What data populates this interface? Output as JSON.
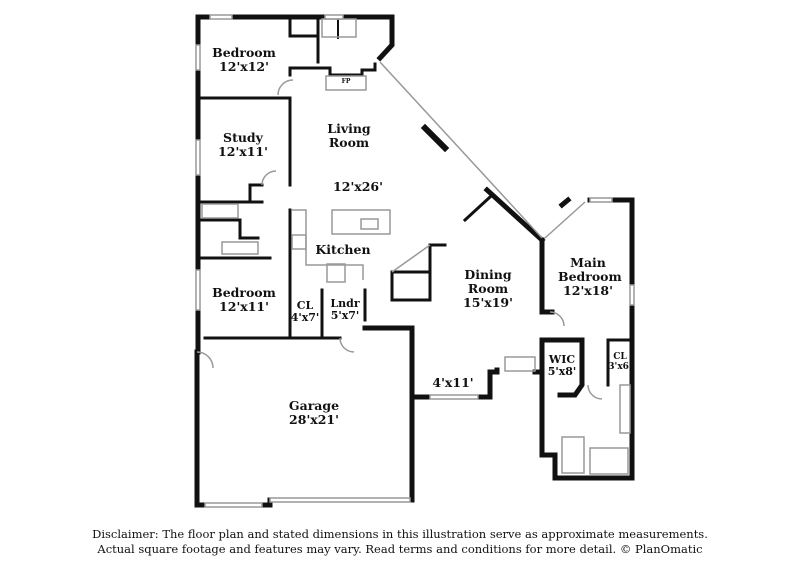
{
  "rooms": {
    "bedroom1": {
      "name": "Bedroom",
      "size": "12'x12'"
    },
    "study": {
      "name": "Study",
      "size": "12'x11'"
    },
    "living": {
      "name": "Living Room",
      "size": "12'x26'"
    },
    "kitchen": {
      "name": "Kitchen"
    },
    "bedroom2": {
      "name": "Bedroom",
      "size": "12'x11'"
    },
    "closet": {
      "name": "CL",
      "size": "4'x7'"
    },
    "laundry": {
      "name": "Lndr",
      "size": "5'x7'"
    },
    "garage": {
      "name": "Garage",
      "size": "28'x21'"
    },
    "dining": {
      "name": "Dining Room",
      "size": "15'x19'"
    },
    "hall": {
      "size": "4'x11'"
    },
    "main_bedroom": {
      "name": "Main Bedroom",
      "size": "12'x18'"
    },
    "wic": {
      "name": "WIC",
      "size": "5'x8'"
    },
    "closet2": {
      "name": "CL",
      "size": "3'x6'"
    },
    "fireplace": {
      "name": "FP"
    }
  },
  "disclaimer": {
    "line1": "Disclaimer: The floor plan and stated dimensions in this illustration serve as approximate measurements.",
    "line2": "Actual square footage and features may vary. Read terms and conditions for more detail. © PlanOmatic"
  }
}
